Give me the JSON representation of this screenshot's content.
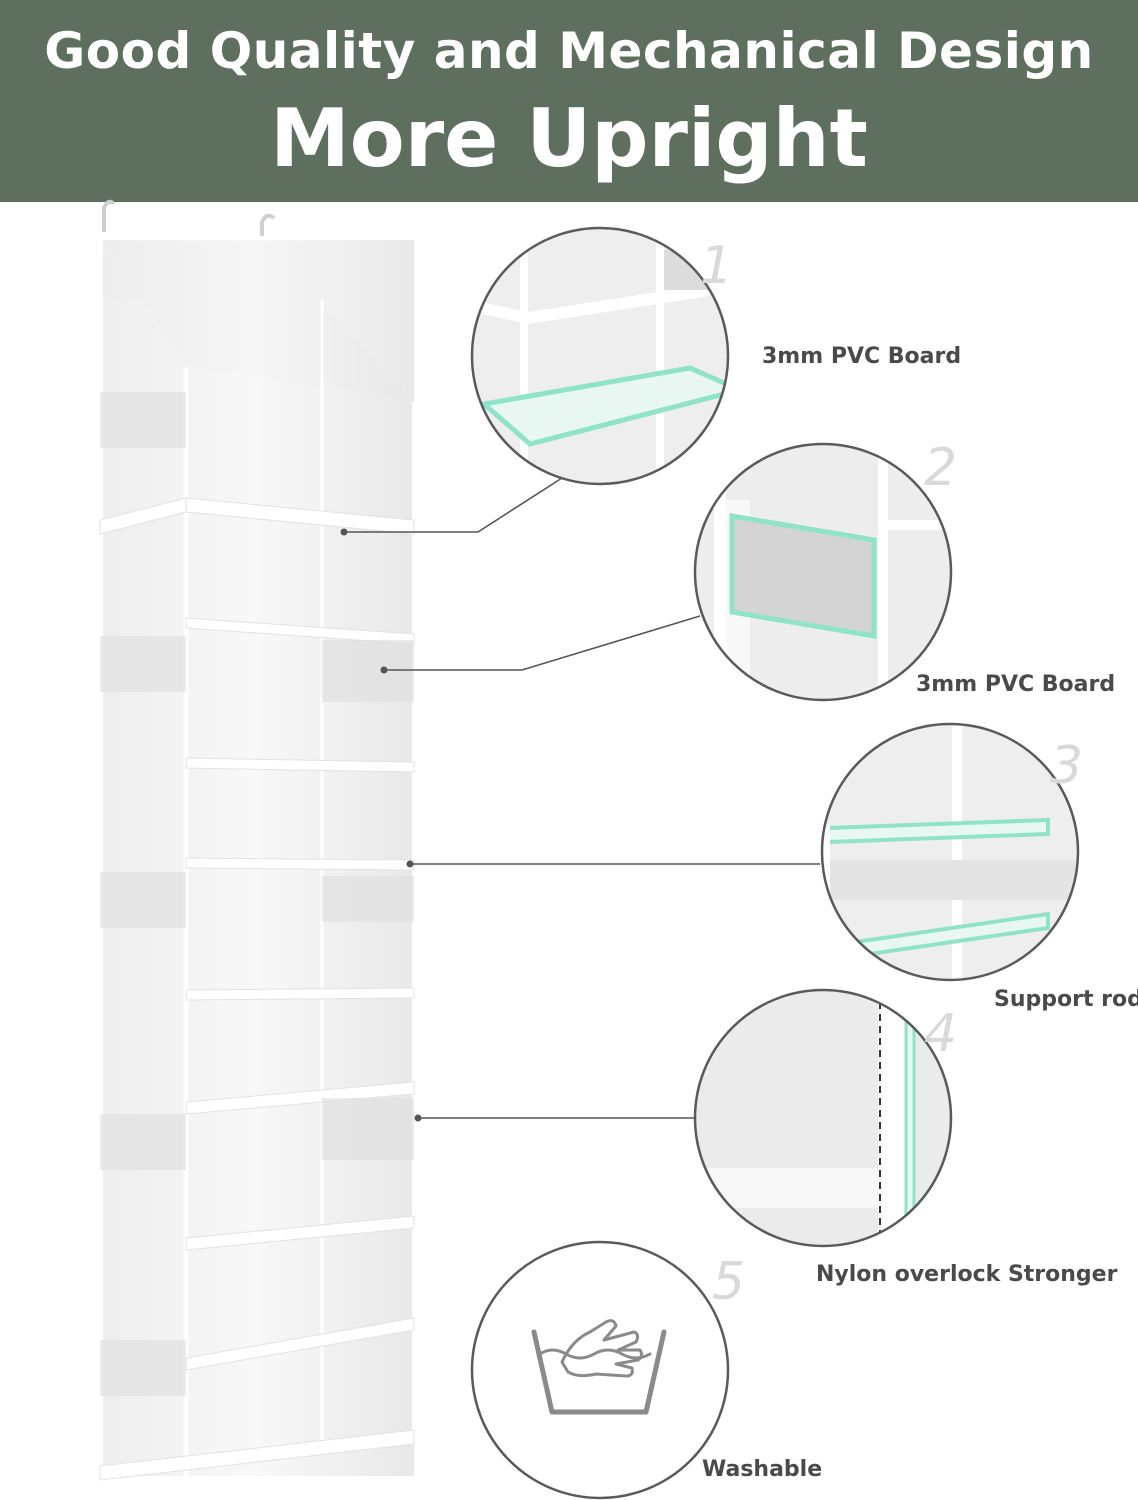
{
  "banner": {
    "title_line1": "Good Quality and Mechanical Design",
    "title_line2": "More Upright",
    "background_color": "#5f6f5f",
    "text_color": "#ffffff"
  },
  "callouts": [
    {
      "number": "1",
      "label": "3mm PVC Board"
    },
    {
      "number": "2",
      "label": "3mm PVC Board"
    },
    {
      "number": "3",
      "label": "Support rod"
    },
    {
      "number": "4",
      "label": "Nylon overlock Stronger"
    },
    {
      "number": "5",
      "label": "Washable",
      "icon": "washable-hand-wash-icon"
    }
  ],
  "colors": {
    "accent_highlight": "#8fe3c8",
    "circle_border": "#5a5a5a",
    "leader_line": "#555555"
  }
}
